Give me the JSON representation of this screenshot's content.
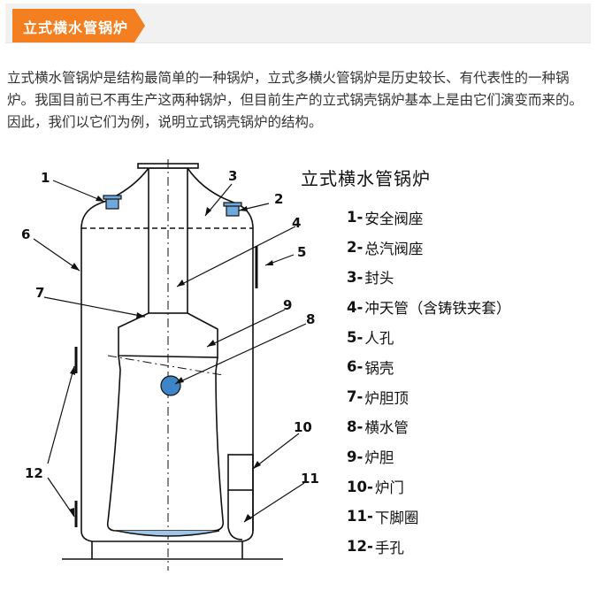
{
  "header": {
    "title": "立式横水管锅炉",
    "accent_color": "#f47f20"
  },
  "intro": {
    "paragraph": "立式横水管锅炉是结构最简单的一种锅炉，立式多横火管锅炉是历史较长、有代表性的一种锅炉。我国目前已不再生产这两种锅炉，但目前生产的立式锅壳锅炉基本上是由它们演变而来的。因此，我们以它们为例，说明立式锅壳锅炉的结构。"
  },
  "diagram": {
    "title": "立式横水管锅炉",
    "callouts": {
      "c1": "1",
      "c2": "2",
      "c3": "3",
      "c4": "4",
      "c5": "5",
      "c6": "6",
      "c7": "7",
      "c8": "8",
      "c9": "9",
      "c10": "10",
      "c11": "11",
      "c12": "12"
    },
    "legend": [
      {
        "num": "1-",
        "label": "安全阀座"
      },
      {
        "num": "2-",
        "label": "总汽阀座"
      },
      {
        "num": "3-",
        "label": "封头"
      },
      {
        "num": "4-",
        "label": "冲天管（含铸铁夹套）"
      },
      {
        "num": "5-",
        "label": "人孔"
      },
      {
        "num": "6-",
        "label": "锅壳"
      },
      {
        "num": "7-",
        "label": "炉胆顶"
      },
      {
        "num": "8-",
        "label": "横水管"
      },
      {
        "num": "9-",
        "label": "炉胆"
      },
      {
        "num": "10-",
        "label": "炉门"
      },
      {
        "num": "11-",
        "label": "下脚圈"
      },
      {
        "num": "12-",
        "label": "手孔"
      }
    ],
    "valve_color": "#6fa8dc",
    "tube_color": "#3d85c6"
  }
}
